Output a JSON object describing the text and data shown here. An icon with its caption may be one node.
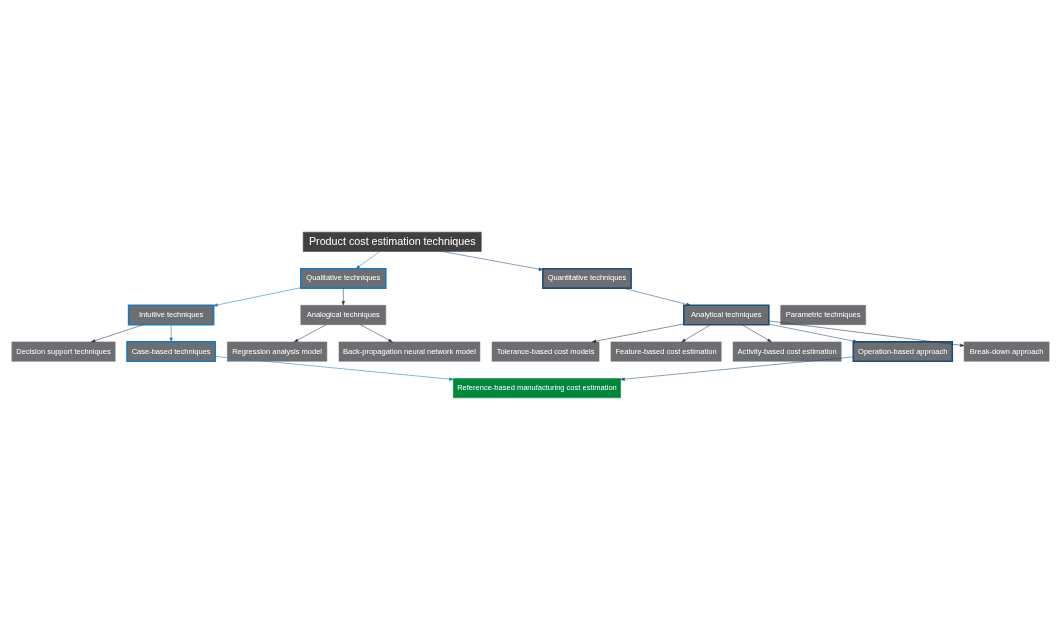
{
  "diagram": {
    "nodes": [
      {
        "text": [
          "Product cost estimation techniques"
        ]
      },
      {
        "text": [
          "Qualitative techniques"
        ]
      },
      {
        "text": [
          "Quantitative techniques"
        ]
      },
      {
        "text": [
          "Intuitive techniques"
        ]
      },
      {
        "text": [
          "Analogical techniques"
        ]
      },
      {
        "text": [
          "Parametric techniques"
        ]
      },
      {
        "text": [
          "Analytical techniques"
        ]
      },
      {
        "text": [
          "Regression analysis model"
        ]
      },
      {
        "text": [
          "Back-propagation neural network model"
        ]
      },
      {
        "text": [
          "Tolerance-based cost models"
        ]
      },
      {
        "text": [
          "Feature-based cost estimation"
        ]
      },
      {
        "text": [
          "Activity-based cost estimation"
        ]
      },
      {
        "text": [
          "Decision support techniques"
        ]
      },
      {
        "text": [
          "Case-based techniques"
        ]
      },
      {
        "text": [
          "Operation-based approach"
        ]
      },
      {
        "text": [
          "Break-down approach"
        ]
      },
      {
        "text": [
          "Reference-based manufacturing cost estimation"
        ]
      }
    ],
    "edges": [
      {
        "from": 0,
        "to": 1,
        "arrow": "to",
        "color": "#1a7ac0"
      },
      {
        "from": 0,
        "to": 2,
        "arrow": "to",
        "color": "#1f4e79"
      },
      {
        "from": 1,
        "to": 3,
        "arrow": "to",
        "color": "#1a7ac0"
      },
      {
        "from": 1,
        "to": 4,
        "arrow": "to"
      },
      {
        "from": 2,
        "to": 6,
        "arrow": "to",
        "color": "#1f4e79"
      },
      {
        "from": 4,
        "to": 7,
        "arrow": "to"
      },
      {
        "from": 4,
        "to": 8,
        "arrow": "to"
      },
      {
        "from": 6,
        "to": 9,
        "arrow": "to"
      },
      {
        "from": 6,
        "to": 10,
        "arrow": "to"
      },
      {
        "from": 6,
        "to": 11,
        "arrow": "to"
      },
      {
        "from": 3,
        "to": 12,
        "arrow": "to"
      },
      {
        "from": 3,
        "to": 13,
        "arrow": "to",
        "color": "#1a7ac0"
      },
      {
        "from": 6,
        "to": 14,
        "arrow": "to",
        "color": "#1f4e79"
      },
      {
        "from": 6,
        "to": 15,
        "arrow": "to"
      },
      {
        "from": 13,
        "to": 16,
        "arrow": "to",
        "color": "#1a7ac0"
      },
      {
        "from": 14,
        "to": 16,
        "arrow": "to",
        "color": "#1f4e79"
      }
    ]
  }
}
